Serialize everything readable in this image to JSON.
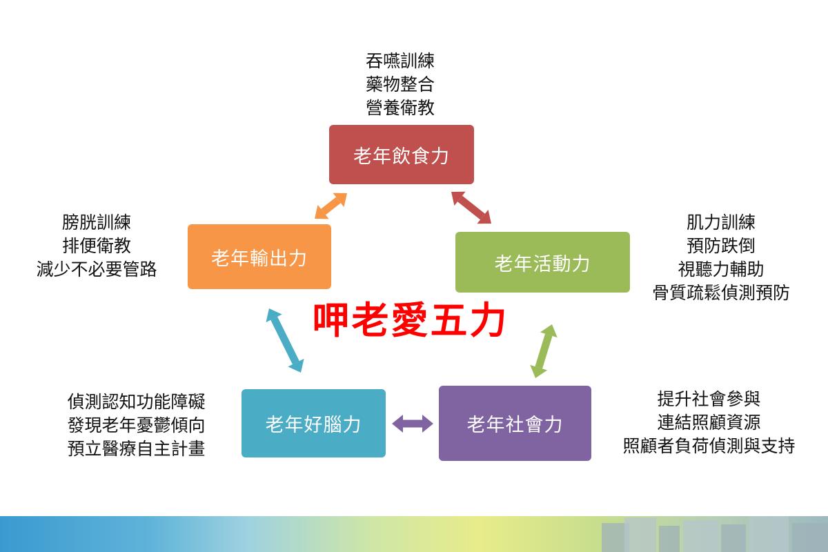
{
  "center_title": "呷老愛五力",
  "nodes": {
    "eating": {
      "label": "老年飲食力",
      "color": "#c0504d",
      "notes": [
        "吞嚥訓練",
        "藥物整合",
        "營養衛教"
      ]
    },
    "output": {
      "label": "老年輸出力",
      "color": "#f79646",
      "notes": [
        "膀胱訓練",
        "排便衛教",
        "減少不必要管路"
      ]
    },
    "activity": {
      "label": "老年活動力",
      "color": "#9bbb59",
      "notes": [
        "肌力訓練",
        "預防跌倒",
        "視聽力輔助",
        "骨質疏鬆偵測預防"
      ]
    },
    "brain": {
      "label": "老年好腦力",
      "color": "#4bacc6",
      "notes": [
        "偵測認知功能障礙",
        "發現老年憂鬱傾向",
        "預立醫療自主計畫"
      ]
    },
    "social": {
      "label": "老年社會力",
      "color": "#8064a2",
      "notes": [
        "提升社會參與",
        "連結照顧資源",
        "照顧者負荷偵測與支持"
      ]
    }
  },
  "colors": {
    "title": "#ff0000",
    "arrow_eating_output": "#f79646",
    "arrow_eating_activity": "#c0504d",
    "arrow_output_brain": "#4bacc6",
    "arrow_activity_social": "#9bbb59",
    "arrow_brain_social": "#8064a2"
  }
}
